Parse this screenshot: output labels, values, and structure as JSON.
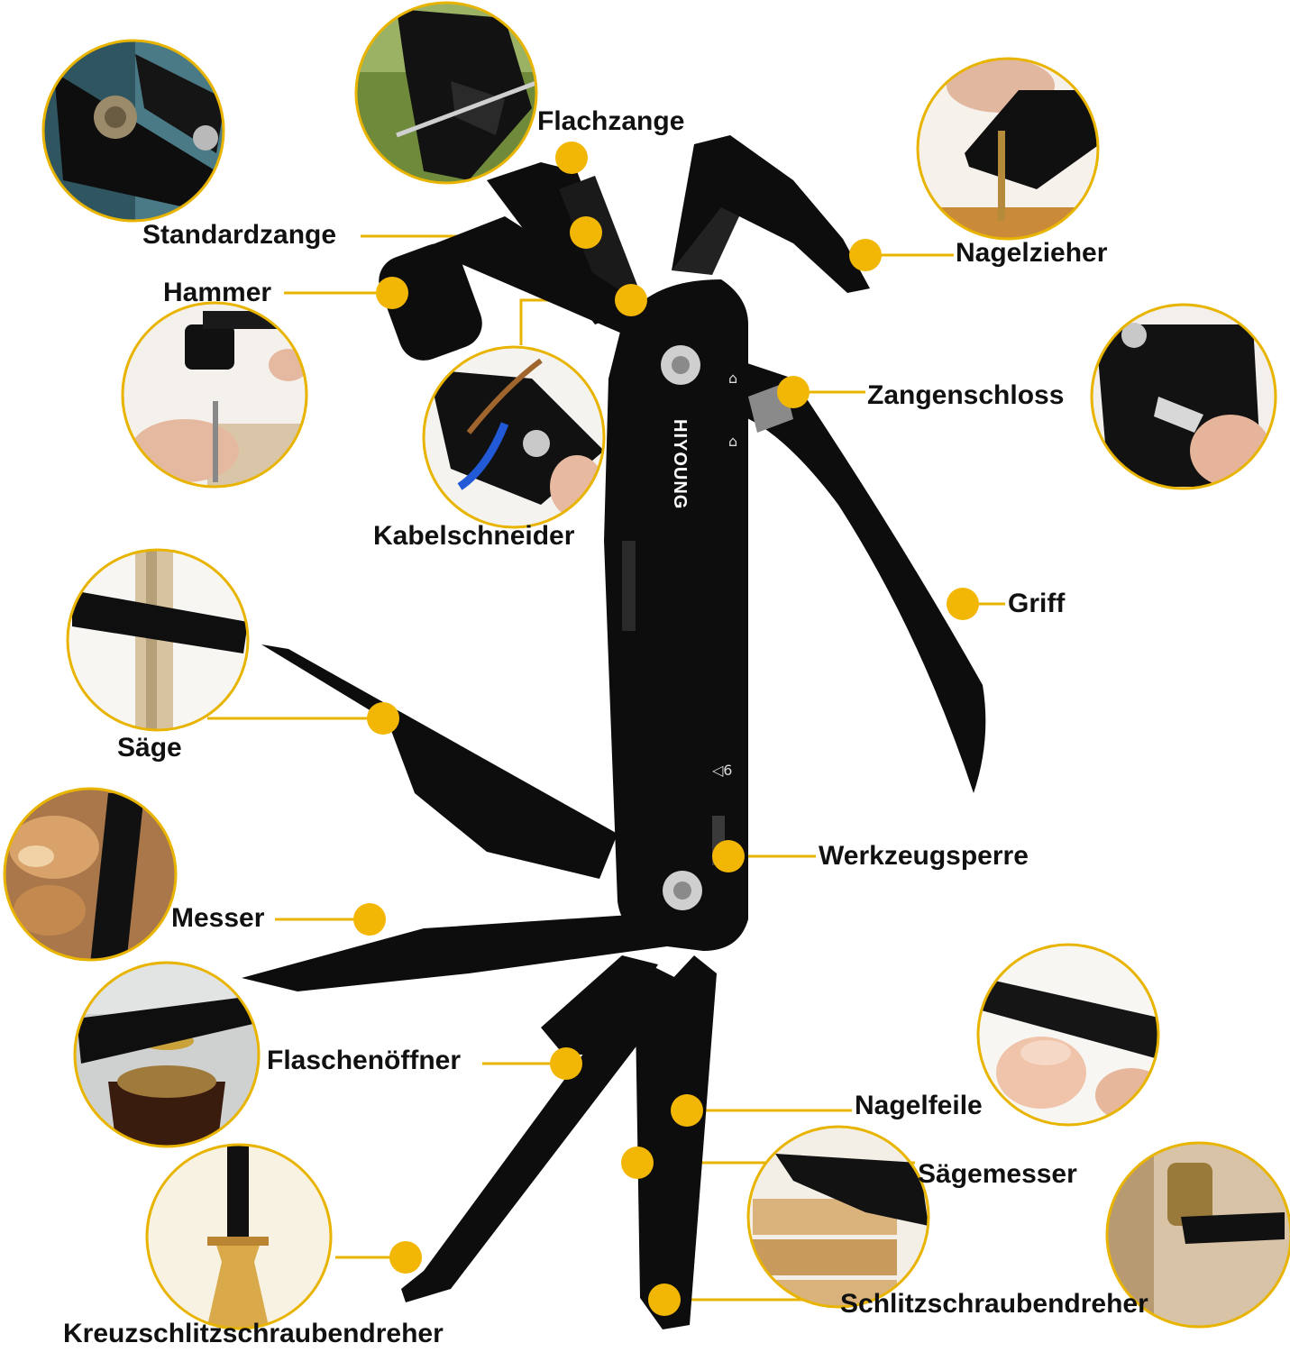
{
  "brand": "HIYOUNG",
  "colors": {
    "accent": "#f2b705",
    "ring": "#e8b400",
    "tool": "#0d0d0d",
    "text": "#111111"
  },
  "labels": {
    "flachzange": "Flachzange",
    "standardzange": "Standardzange",
    "hammer": "Hammer",
    "kabelschneider": "Kabelschneider",
    "nagelzieher": "Nagelzieher",
    "zangenschloss": "Zangenschloss",
    "griff": "Griff",
    "saege": "Säge",
    "messer": "Messer",
    "werkzeugsperre": "Werkzeugsperre",
    "flaschenoeffner": "Flaschenöffner",
    "nagelfeile": "Nagelfeile",
    "saegemesser": "Sägemesser",
    "kreuzschlitz": "Kreuzschlitzschraubendreher",
    "schlitz": "Schlitzschraubendreher"
  }
}
